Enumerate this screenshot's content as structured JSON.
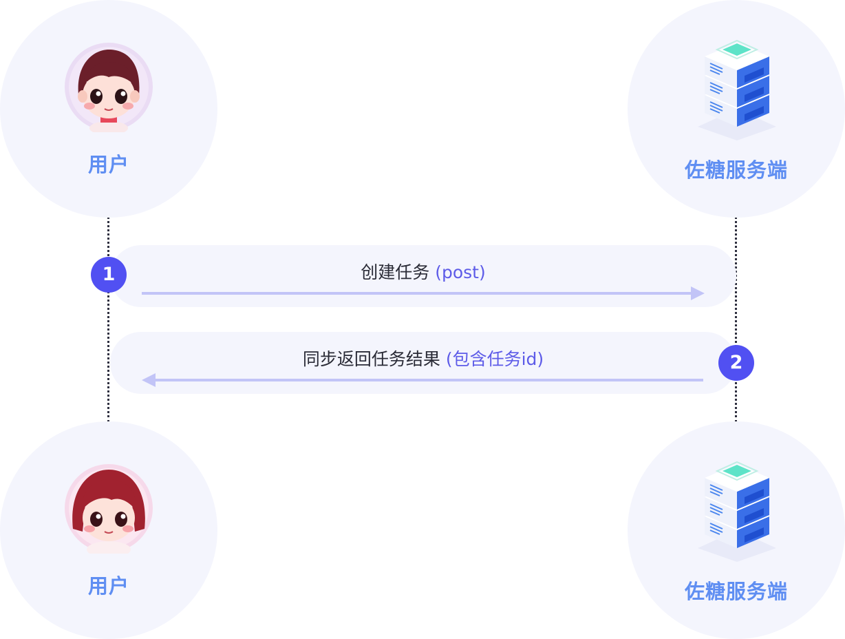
{
  "participants": {
    "user_top": {
      "label": "用户",
      "icon": "girl-avatar-icon"
    },
    "server_top": {
      "label": "佐糖服务端",
      "icon": "server-rack-icon"
    },
    "user_bottom": {
      "label": "用户",
      "icon": "girl-avatar-icon"
    },
    "server_bottom": {
      "label": "佐糖服务端",
      "icon": "server-rack-icon"
    }
  },
  "messages": [
    {
      "step": "1",
      "text": "创建任务",
      "highlight": "(post)",
      "direction": "right"
    },
    {
      "step": "2",
      "text": "同步返回任务结果",
      "highlight": "(包含任务id)",
      "direction": "left"
    }
  ],
  "colors": {
    "accent": "#5150f2",
    "label_blue": "#5f8ef2",
    "arrow": "#c2c4f7",
    "panel": "#f4f5fd"
  }
}
